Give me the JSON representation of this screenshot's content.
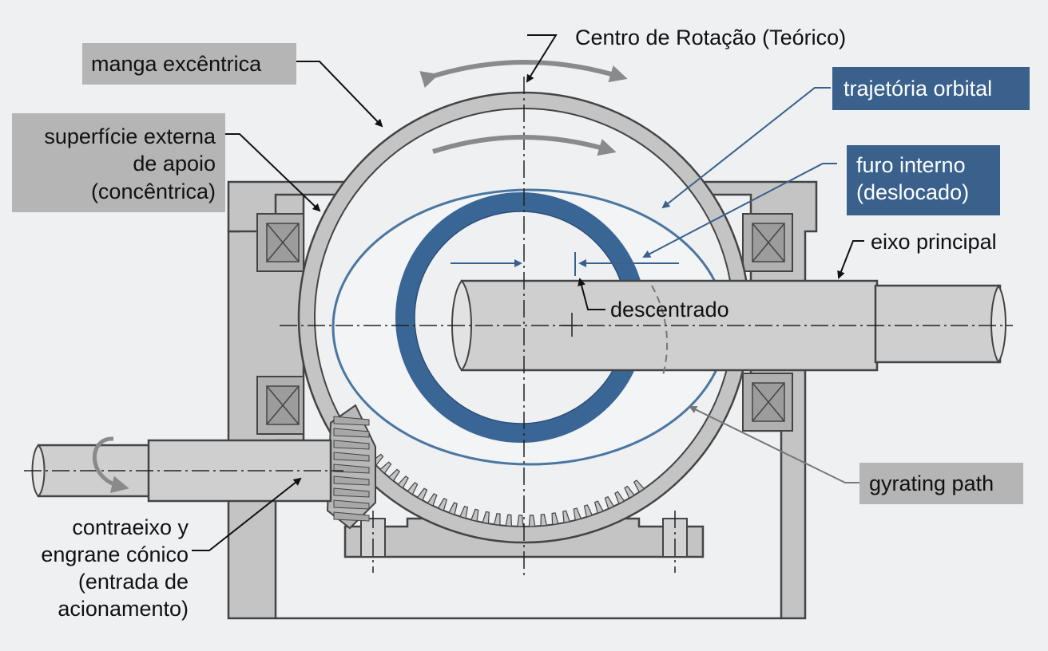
{
  "labels": {
    "centro_rotacao": "Centro de Rotação (Teórico)",
    "manga_excentrica": "manga excêntrica",
    "superficie_line1": "superfície externa",
    "superficie_line2": "de apoio",
    "superficie_line3": "(concêntrica)",
    "trajetoria_orbital": "trajetória orbital",
    "furo_line1": "furo interno",
    "furo_line2": "(deslocado)",
    "eixo_principal": "eixo principal",
    "descentrado": "descentrado",
    "gyrating_path": "gyrating path",
    "contraeixo_line1": "contraeixo y",
    "contraeixo_line2": "engrane cónico",
    "contraeixo_line3": "(entrada de",
    "contraeixo_line4": "acionamento)"
  },
  "colors": {
    "background": "#eef0f2",
    "metal": "#c4c4c4",
    "label_box_gray": "#b5b5b5",
    "label_box_blue": "#39618c",
    "bore_ring": "#3a6695",
    "orbit_line": "#4a76a0"
  }
}
